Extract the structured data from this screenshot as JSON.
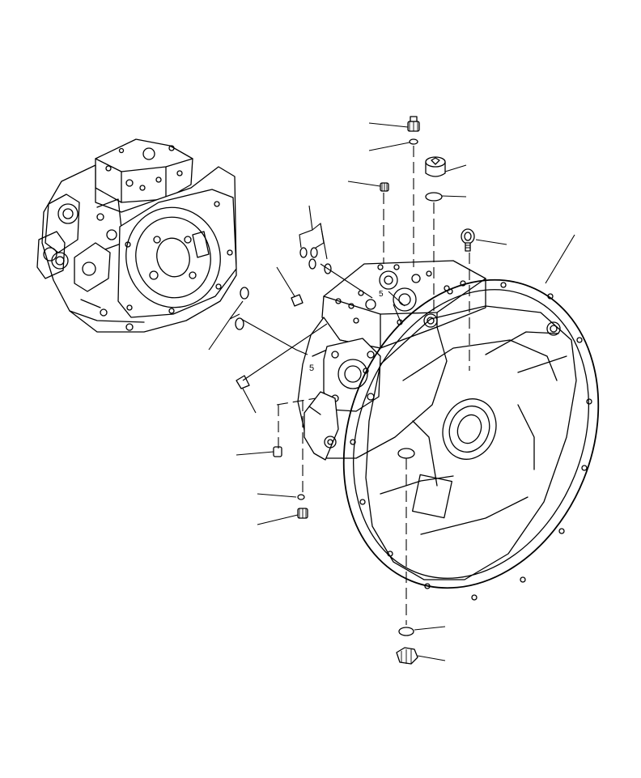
{
  "figure": {
    "title": "",
    "part_callouts": [
      {
        "id": "callout-1"
      },
      {
        "id": "callout-2"
      },
      {
        "id": "callout-3"
      },
      {
        "id": "callout-4"
      },
      {
        "id": "callout-5"
      },
      {
        "id": "callout-6"
      },
      {
        "id": "callout-7"
      },
      {
        "id": "callout-8"
      },
      {
        "id": "callout-9"
      },
      {
        "id": "callout-10"
      },
      {
        "id": "callout-11"
      },
      {
        "id": "callout-12"
      },
      {
        "id": "callout-13"
      },
      {
        "id": "callout-14"
      },
      {
        "id": "callout-15"
      },
      {
        "id": "callout-16"
      },
      {
        "id": "callout-17"
      },
      {
        "id": "callout-18"
      }
    ]
  }
}
